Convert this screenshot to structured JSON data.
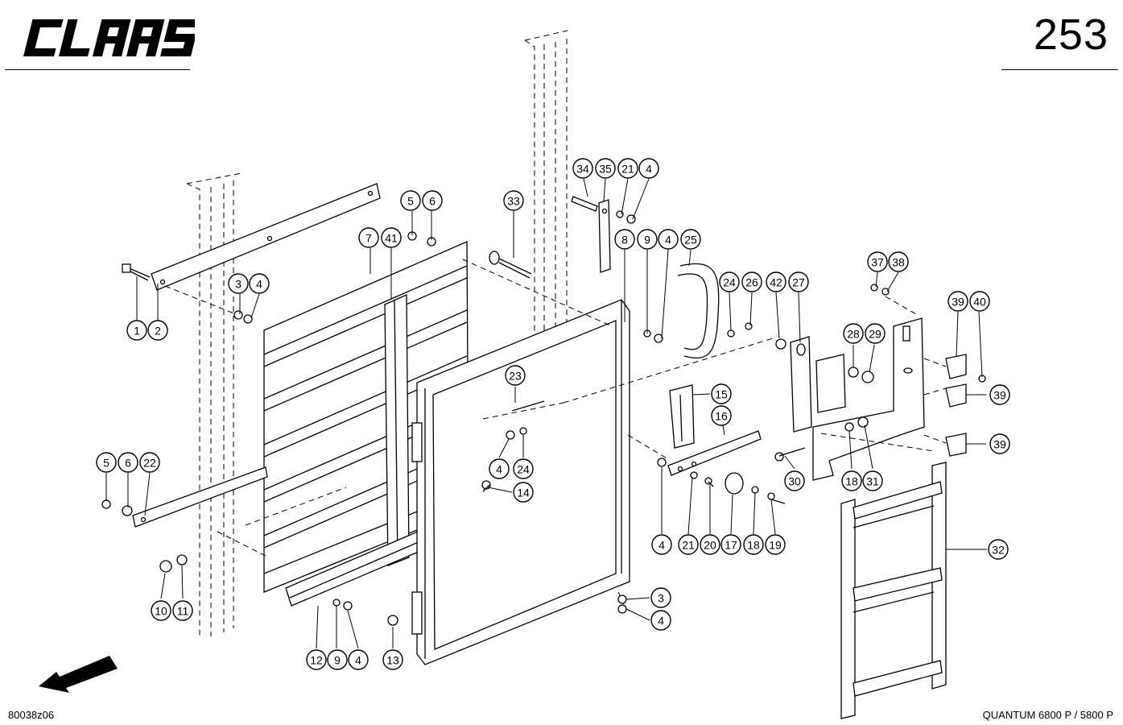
{
  "header": {
    "logo_text": "CLAAS",
    "page_number": "253"
  },
  "footer": {
    "drawing_code": "80038z06",
    "model": "QUANTUM 6800 P / 5800 P"
  },
  "callouts": {
    "c1": "1",
    "c2": "2",
    "c3a": "3",
    "c4a": "4",
    "c5a": "5",
    "c6a": "6",
    "c7": "7",
    "c41": "41",
    "c33": "33",
    "c34": "34",
    "c35": "35",
    "c21a": "21",
    "c4b": "4",
    "c8": "8",
    "c9a": "9",
    "c4c": "4",
    "c25": "25",
    "c24a": "24",
    "c26": "26",
    "c42": "42",
    "c27": "27",
    "c37": "37",
    "c38": "38",
    "c39a": "39",
    "c40": "40",
    "c28": "28",
    "c29": "29",
    "c39b": "39",
    "c15": "15",
    "c16": "16",
    "c23": "23",
    "c4d": "4",
    "c24b": "24",
    "c14": "14",
    "c5b": "5",
    "c6b": "6",
    "c22": "22",
    "c39c": "39",
    "c30": "30",
    "c18a": "18",
    "c31": "31",
    "c4e": "4",
    "c21b": "21",
    "c20": "20",
    "c17": "17",
    "c18b": "18",
    "c19": "19",
    "c32": "32",
    "c10": "10",
    "c11": "11",
    "c3b": "3",
    "c4f": "4",
    "c12": "12",
    "c9b": "9",
    "c4g": "4",
    "c13": "13"
  }
}
